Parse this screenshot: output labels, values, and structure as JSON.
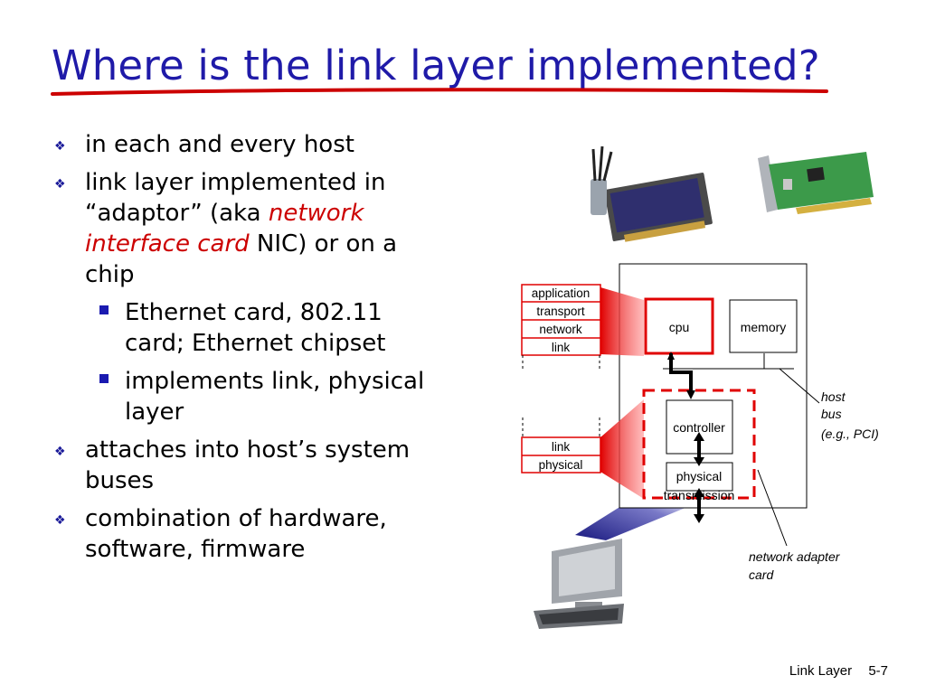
{
  "title": "Where is the link layer implemented?",
  "bullets": [
    {
      "text": "in each and every host"
    },
    {
      "text_before": "link layer implemented in “adaptor” (aka ",
      "emph": "network interface card",
      "text_after": " NIC) or on a chip",
      "sub": [
        "Ethernet card, 802.11 card; Ethernet chipset",
        "implements link, physical layer"
      ]
    },
    {
      "text": "attaches into host’s system buses"
    },
    {
      "text": "combination of hardware, software, firmware"
    }
  ],
  "diagram": {
    "stack_top": [
      "application",
      "transport",
      "network",
      "link"
    ],
    "stack_bottom": [
      "link",
      "physical"
    ],
    "cpu": "cpu",
    "memory": "memory",
    "controller": "controller",
    "physical": "physical",
    "transmission": "transmission",
    "host_bus": [
      "host",
      "bus",
      "(e.g., PCI)"
    ],
    "adapter_card": [
      "network adapter",
      "card"
    ]
  },
  "footer": {
    "section": "Link Layer",
    "page": "5-7"
  },
  "colors": {
    "title": "#1f1aa8",
    "accent_red": "#e00000",
    "bullet_blue": "#1a1ab0"
  }
}
